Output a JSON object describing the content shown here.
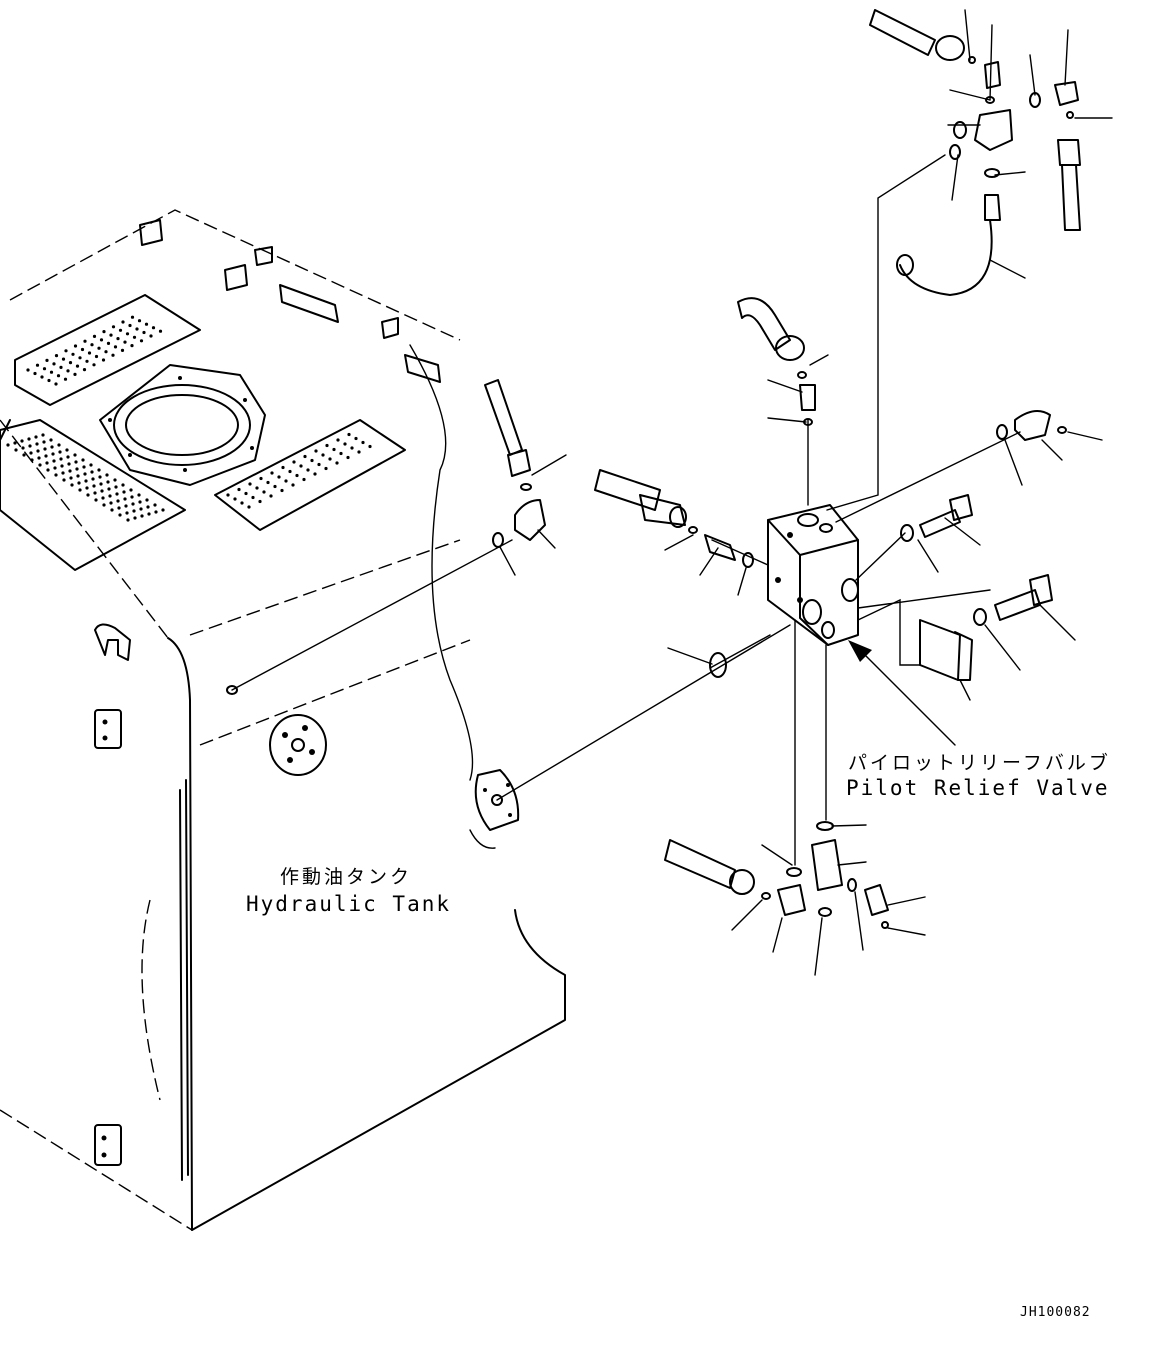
{
  "labels": {
    "tank_jp": "作動油タンク",
    "tank_en": "Hydraulic Tank",
    "valve_jp": "パイロットリリーフバルブ",
    "valve_en": "Pilot Relief Valve"
  },
  "drawing_code": "JH100082"
}
